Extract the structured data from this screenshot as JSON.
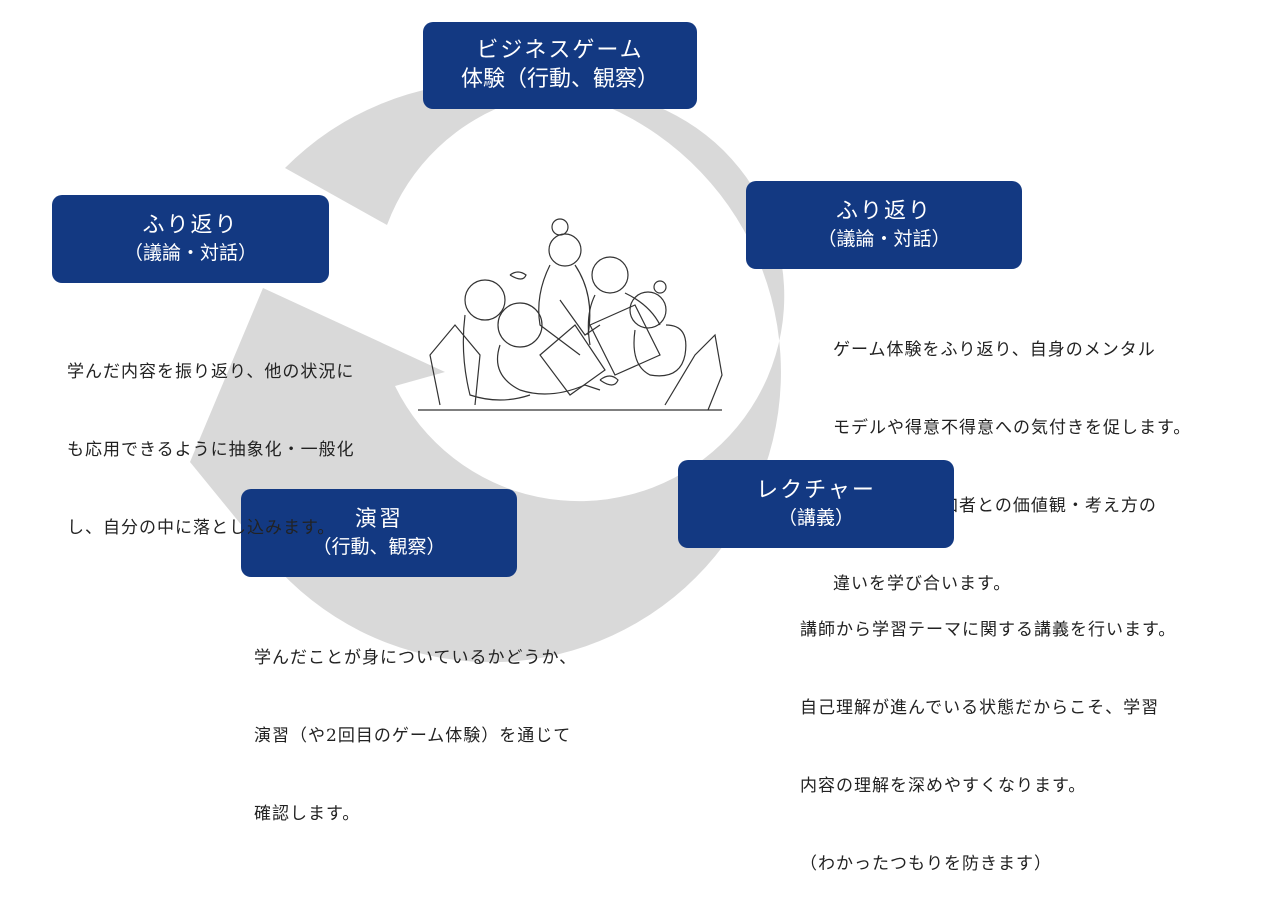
{
  "colors": {
    "box": "#133982",
    "ring": "#d9d9d9",
    "text": "#222222"
  },
  "steps": [
    {
      "id": "game",
      "title_lines": [
        "ビジネスゲーム",
        "体験（行動、観察）"
      ]
    },
    {
      "id": "reflect_right",
      "title": "ふり返り",
      "subtitle": "（議論・対話）",
      "description": [
        "ゲーム体験をふり返り、自身のメンタル",
        "モデルや得意不得意への気付きを促します。",
        "また、他の参加者との価値観・考え方の",
        "違いを学び合います。"
      ]
    },
    {
      "id": "lecture",
      "title": "レクチャー",
      "subtitle": "（講義）",
      "description": [
        "講師から学習テーマに関する講義を行います。",
        "自己理解が進んでいる状態だからこそ、学習",
        "内容の理解を深めやすくなります。",
        "（わかったつもりを防きます）"
      ]
    },
    {
      "id": "exercise",
      "title": "演習",
      "subtitle": "（行動、観察）",
      "description": [
        "学んだことが身についているかどうか、",
        "演習（や2回目のゲーム体験）を通じて",
        "確認します。"
      ]
    },
    {
      "id": "reflect_left",
      "title": "ふり返り",
      "subtitle": "（議論・対話）",
      "description": [
        "学んだ内容を振り返り、他の状況に",
        "も応用できるように抽象化・一般化",
        "し、自分の中に落とし込みます。"
      ]
    }
  ],
  "illustration": {
    "icon": "team-meeting-line-art-icon"
  }
}
